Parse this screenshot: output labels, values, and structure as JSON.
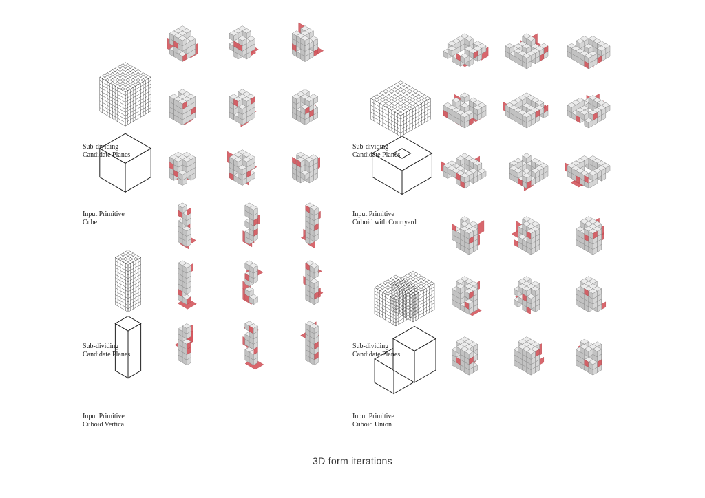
{
  "colors": {
    "face_top": "#ececec",
    "face_left": "#c2c2c2",
    "face_right": "#d6d6d6",
    "edge": "#8a8a8a",
    "plane": "#d4575d",
    "line": "#222222"
  },
  "panels": [
    {
      "id": "cube",
      "sub_label": [
        "Sub-dividing",
        "Candidate Planes"
      ],
      "input_label": [
        "Input Primitive",
        "Cube"
      ],
      "iterations": 9
    },
    {
      "id": "courtyard",
      "sub_label": [
        "Sub-dividing",
        "Candidate Planes"
      ],
      "input_label": [
        "Input Primitive",
        "Cuboid with Courtyard"
      ],
      "iterations": 9
    },
    {
      "id": "vertical",
      "sub_label": [
        "Sub-dividing",
        "Candidate Planes"
      ],
      "input_label": [
        "Input Primitive",
        "Cuboid Vertical"
      ],
      "iterations": 9
    },
    {
      "id": "union",
      "sub_label": [
        "Sub-dividing",
        "Candidate Planes"
      ],
      "input_label": [
        "Input Primitive",
        "Cuboid Union"
      ],
      "iterations": 9
    }
  ],
  "caption": "3D form iterations"
}
